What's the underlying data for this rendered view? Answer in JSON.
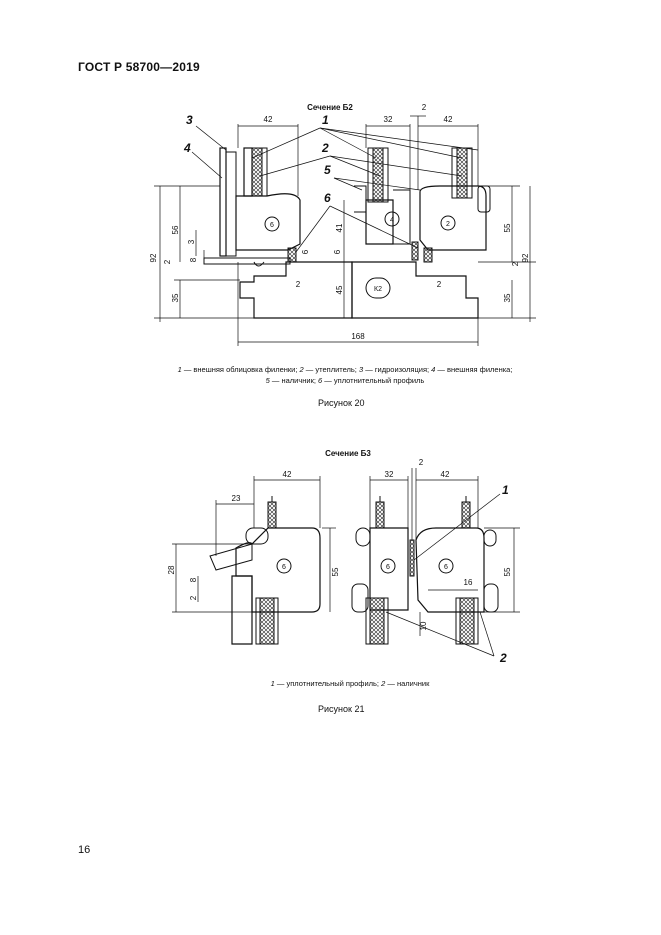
{
  "header": {
    "doc_id": "ГОСТ Р 58700—2019"
  },
  "figure20": {
    "section_title": "Сечение Б2",
    "caption": "Рисунок 20",
    "legend_line1": [
      {
        "n": "1",
        "t": " — внешняя облицовка филенки; "
      },
      {
        "n": "2",
        "t": " — утеплитель; "
      },
      {
        "n": "3",
        "t": " — гидроизоляция; "
      },
      {
        "n": "4",
        "t": " — внешняя филенка;"
      }
    ],
    "legend_line2": [
      {
        "n": "5",
        "t": " — наличник; "
      },
      {
        "n": "6",
        "t": " — уплотнительный профиль"
      }
    ],
    "dims": {
      "d42a": "42",
      "d32": "32",
      "d2top": "2",
      "d42b": "42",
      "d168": "168",
      "d92l": "92",
      "d2l": "2",
      "d35l": "35",
      "d56": "56",
      "d3": "3",
      "d8": "8",
      "d41": "41",
      "d6a": "6",
      "d6b": "6",
      "d45": "45",
      "d2m": "2",
      "d2r": "2",
      "d55": "55",
      "d92r": "92",
      "d2rr": "2",
      "d35r": "35"
    },
    "labels": {
      "c6": "6",
      "c4": "4",
      "c2": "2",
      "k2": "К2"
    },
    "callouts": {
      "n1": "1",
      "n2": "2",
      "n3": "3",
      "n4": "4",
      "n5": "5",
      "n6": "6"
    }
  },
  "figure21": {
    "section_title": "Сечение Б3",
    "caption": "Рисунок 21",
    "legend_line1": [
      {
        "n": "1",
        "t": " — уплотнительный профиль; "
      },
      {
        "n": "2",
        "t": " — наличник"
      }
    ],
    "dims": {
      "d42a": "42",
      "d23": "23",
      "d28": "28",
      "d8": "8",
      "d2": "2",
      "d55a": "55",
      "d32": "32",
      "d2top": "2",
      "d42b": "42",
      "d10": "10",
      "d16": "16",
      "d55b": "55"
    },
    "labels": {
      "a": "6",
      "b": "6",
      "c": "6"
    },
    "callouts": {
      "n1": "1",
      "n2": "2"
    }
  },
  "page": {
    "number": "16"
  }
}
